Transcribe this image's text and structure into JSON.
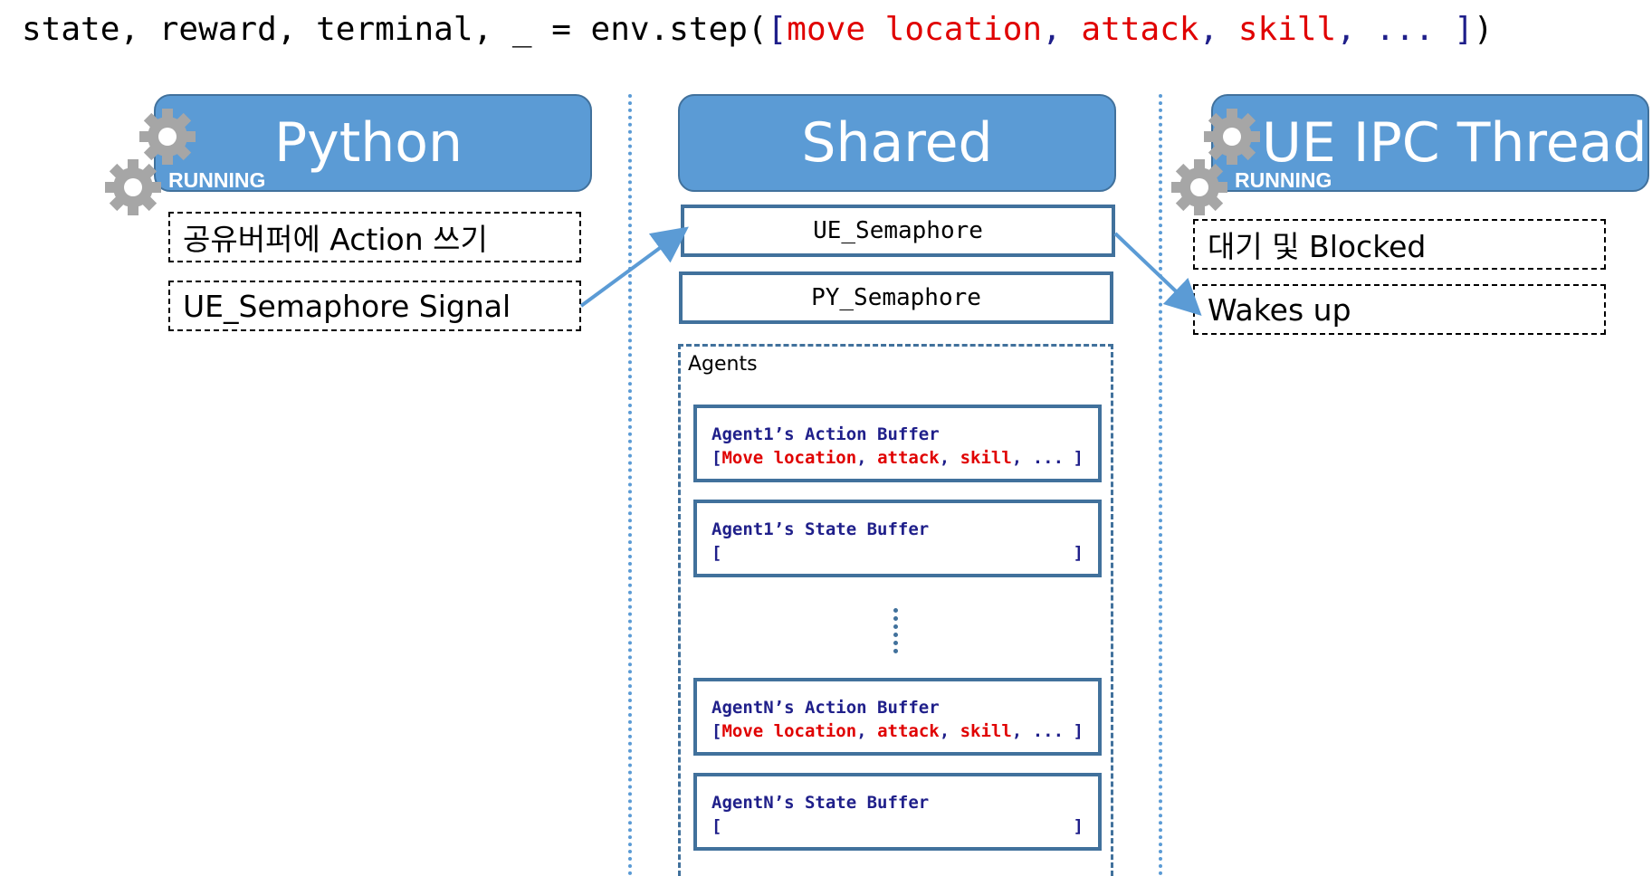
{
  "code": {
    "lhs": "state, reward, terminal, _ = env.step(",
    "open_bracket": "[",
    "item1": "move location",
    "sep1": ", ",
    "item2": "attack",
    "sep2": ", ",
    "item3": "skill",
    "tail": ", ... ]",
    "close_paren": ")"
  },
  "python": {
    "title": "Python",
    "status": "RUNNING",
    "steps": [
      "공유버퍼에 Action 쓰기",
      "UE_Semaphore Signal"
    ]
  },
  "shared": {
    "title": "Shared",
    "semaphores": [
      "UE_Semaphore",
      "PY_Semaphore"
    ],
    "agents_label": "Agents",
    "buffers": [
      {
        "title": "Agent1’s Action Buffer",
        "open": "[",
        "items": [
          "Move location",
          "attack",
          "skill"
        ],
        "ellipsis": "...",
        "close": "]"
      },
      {
        "title": "Agent1’s State Buffer",
        "open": "[",
        "close": "]"
      },
      {
        "title": "AgentN’s Action Buffer",
        "open": "[",
        "items": [
          "Move location",
          "attack",
          "skill"
        ],
        "ellipsis": "...",
        "close": "]"
      },
      {
        "title": "AgentN’s State Buffer",
        "open": "[",
        "close": "]"
      }
    ]
  },
  "ue": {
    "title": "UE IPC Thread",
    "status": "RUNNING",
    "steps": [
      "대기 및 Blocked",
      "Wakes up"
    ]
  },
  "colors": {
    "header_fill": "#5b9bd5",
    "header_border": "#41719c",
    "highlight": "#e00000",
    "code_punct": "#1f1f8a",
    "gear": "#a6a6a6"
  }
}
